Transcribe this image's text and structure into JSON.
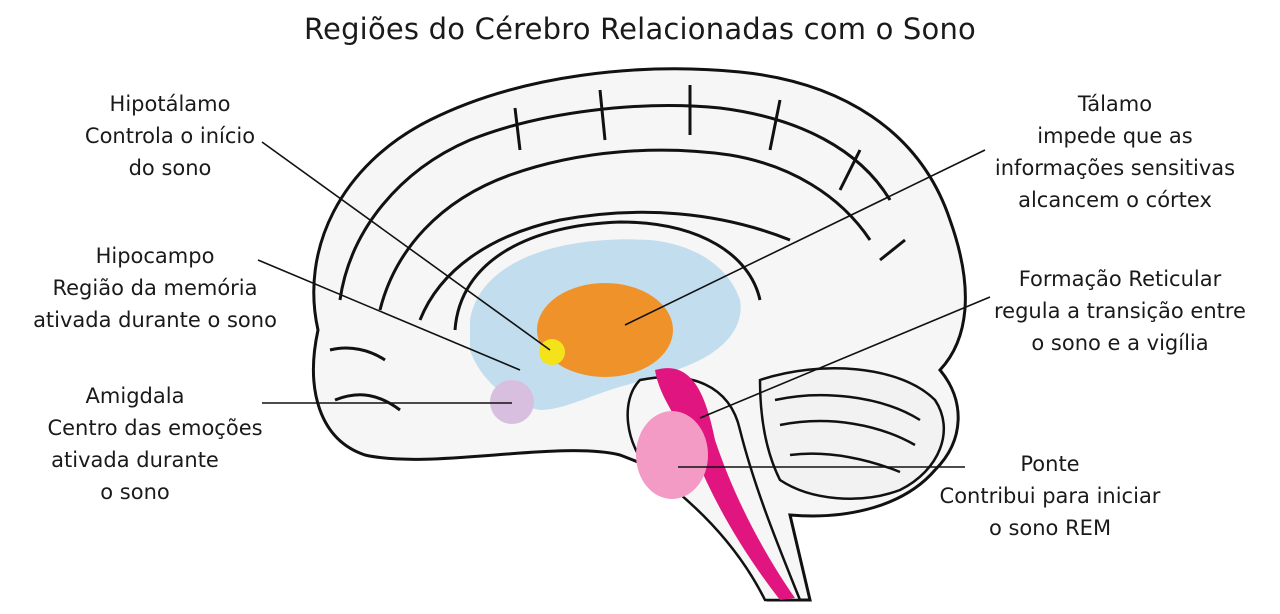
{
  "title": "Regiões do Cérebro Relacionadas com o Sono",
  "labels": {
    "hipotalamo": {
      "name": "Hipotálamo",
      "lines": [
        "Controla o início",
        "do sono"
      ]
    },
    "hipocampo": {
      "name": "Hipocampo",
      "lines": [
        "Região da memória",
        "ativada durante o sono"
      ]
    },
    "amigdala": {
      "name": "Amigdala",
      "lines": [
        "Centro das emoções",
        "ativada durante",
        "o sono"
      ]
    },
    "talamo": {
      "name": "Tálamo",
      "lines": [
        "impede que as",
        "informações sensitivas",
        "alcancem o córtex"
      ]
    },
    "formacao": {
      "name": "Formação Reticular",
      "lines": [
        "regula a transição entre",
        "o sono e a vigília"
      ]
    },
    "ponte": {
      "name": "Ponte",
      "lines": [
        "Contribui para iniciar",
        "o sono REM"
      ]
    }
  },
  "colors": {
    "thalamus": "#f0922a",
    "hypothalamus": "#f4e21a",
    "amygdala": "#d8bfdf",
    "ventricle": "#b9d8ec",
    "reticular": "#e0157f",
    "pons": "#f39bc4",
    "brain_fill": "#f6f6f6",
    "outline": "#111111"
  }
}
